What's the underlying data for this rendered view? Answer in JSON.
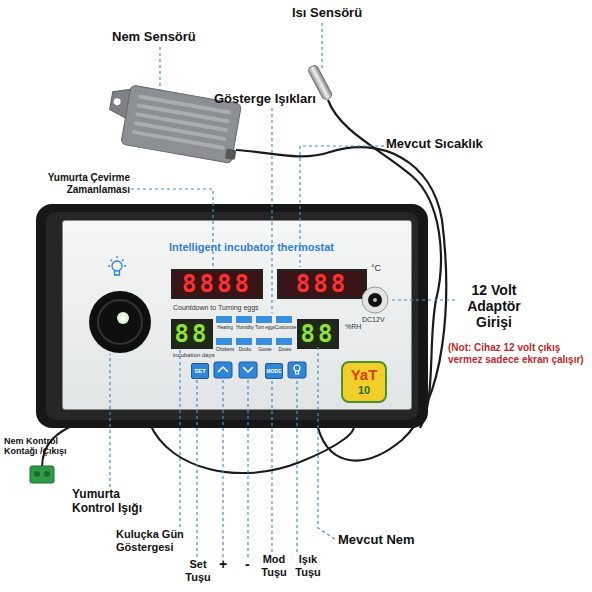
{
  "diagram": {
    "nodes": [
      {
        "text": [
          "Intelligent incubator thermostat"
        ]
      },
      {
        "text": [
          "8888",
          "Countdown to Turning eggs"
        ],
        "in": 0
      },
      {
        "text": [
          "888",
          "°C"
        ],
        "in": 0
      },
      {
        "text": [
          "88",
          "incubation days"
        ],
        "in": 0
      },
      {
        "text": [
          "Heating",
          "Humidity",
          "Turn eggs",
          "Customize",
          "Chickens",
          "Ducks",
          "Goose",
          "Doves"
        ],
        "in": 0
      },
      {
        "text": [
          "88",
          "%RH"
        ],
        "in": 0
      },
      {
        "text": [
          "SET"
        ],
        "in": 0
      },
      {
        "text": [
          "MODE"
        ],
        "in": 0
      },
      {
        "text": [
          "YaT",
          "10"
        ],
        "in": 0
      }
    ],
    "labels": [
      "Isı Sensörü",
      "Nem Sensörü",
      "Gösterge Işıkları",
      "Mevcut Sıcaklık",
      "Yumurta Çevirme Zamanlaması",
      "12 Volt Adaptör Girişi",
      "(Not: Cihaz 12 volt çıkış vermez sadece ekran çalışır)",
      "DC12V",
      "Nem Kontrol Kontağı /Çıkışı",
      "Yumurta Kontrol Işığı",
      "Kuluçka Gün Göstergesi",
      "Set Tuşu",
      "+",
      "-",
      "Mod Tuşu",
      "Işık Tuşu",
      "Mevcut Nem"
    ]
  }
}
